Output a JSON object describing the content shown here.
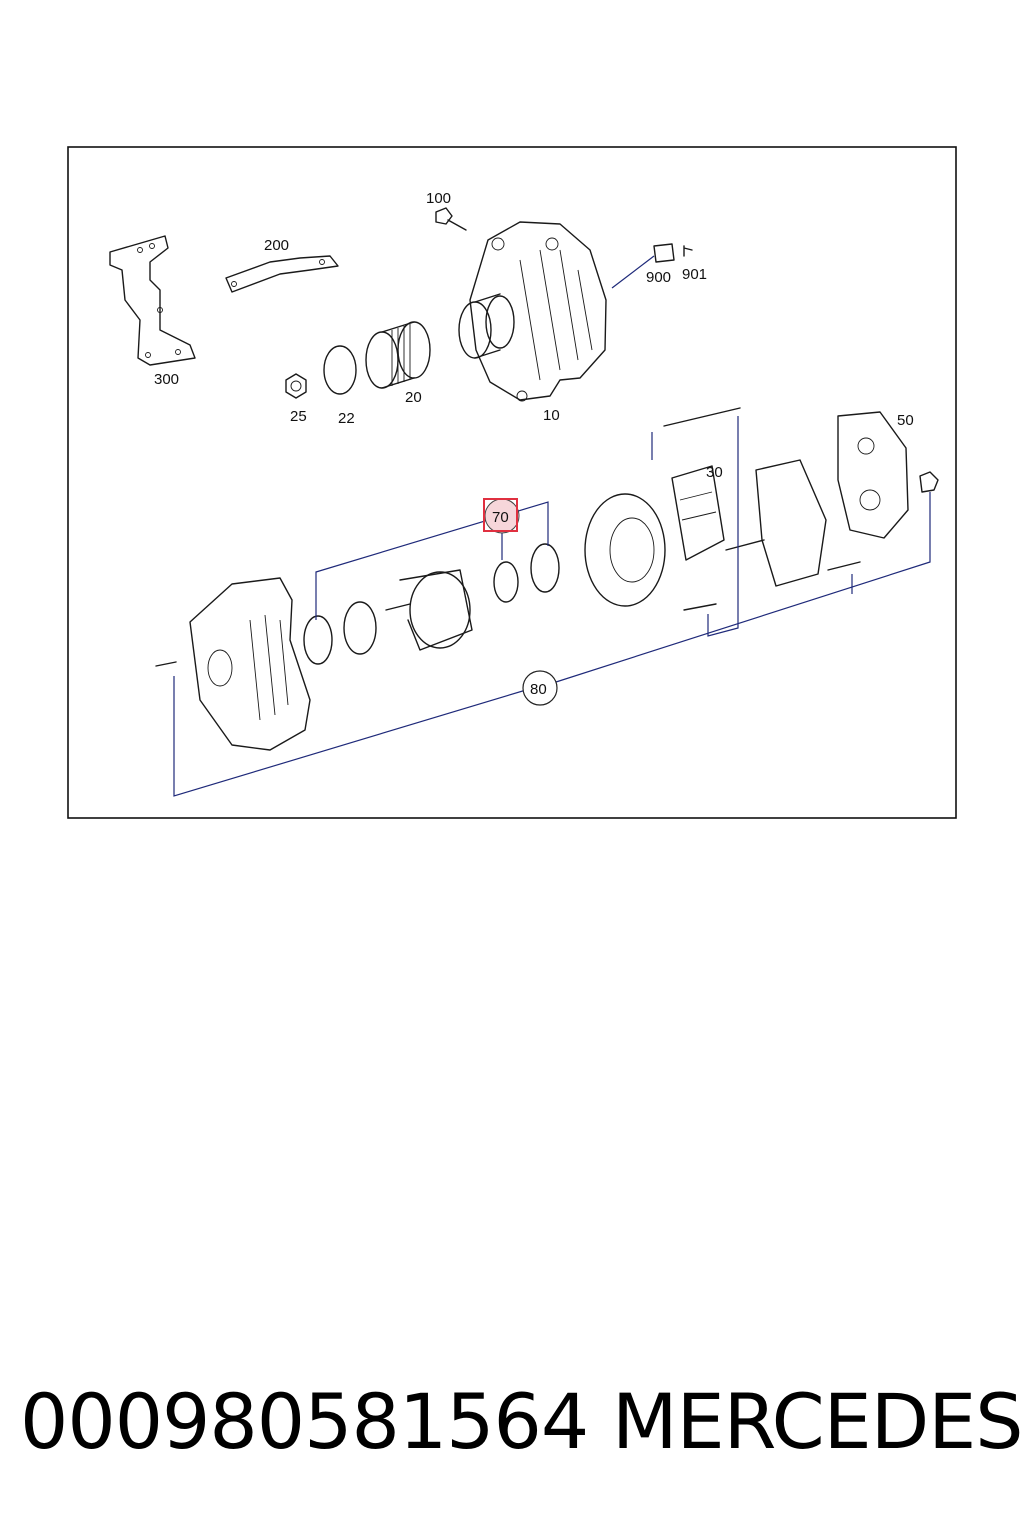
{
  "diagram": {
    "callouts": [
      "100",
      "200",
      "300",
      "25",
      "22",
      "20",
      "10",
      "900",
      "901",
      "30",
      "50",
      "70",
      "80"
    ],
    "highlighted_callout": "70",
    "highlight_color": "#e03040",
    "lead_color": "#1f2a7a"
  },
  "footer": {
    "part_number": "000980581564",
    "brand": "MERCEDES"
  }
}
